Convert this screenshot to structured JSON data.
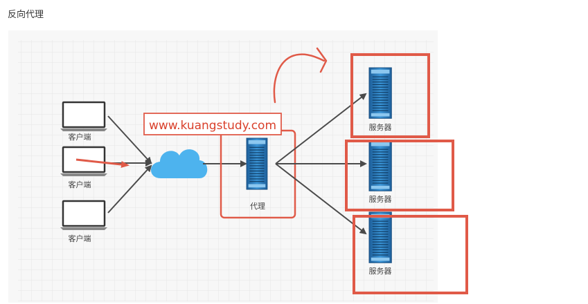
{
  "page": {
    "title": "反向代理"
  },
  "diagram": {
    "client_label": "客户端",
    "proxy_label": "代理",
    "server_label": "服务器",
    "watermark": "www.kuangstudy.com",
    "colors": {
      "highlight": "#e05a48",
      "arrow": "#4a4a4a",
      "cloud": "#4db3ee",
      "server": "#2f86c8"
    }
  }
}
